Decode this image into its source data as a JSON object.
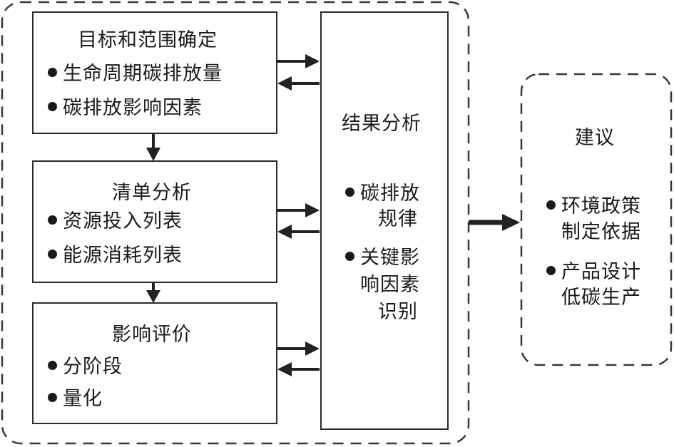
{
  "diagram": {
    "stages": [
      {
        "title": "目标和范围确定",
        "items": [
          "生命周期碳排放量",
          "碳排放影响因素"
        ]
      },
      {
        "title": "清单分析",
        "items": [
          "资源投入列表",
          "能源消耗列表"
        ]
      },
      {
        "title": "影响评价",
        "items": [
          "分阶段",
          "量化"
        ]
      }
    ],
    "results": {
      "title": "结果分析",
      "items": [
        {
          "lines": [
            "碳排放",
            "规律"
          ]
        },
        {
          "lines": [
            "关键影",
            "响因素",
            "识别"
          ]
        }
      ]
    },
    "suggestions": {
      "title": "建议",
      "items": [
        {
          "lines": [
            "环境政策",
            "制定依据"
          ]
        },
        {
          "lines": [
            "产品设计",
            "低碳生产"
          ]
        }
      ]
    },
    "colors": {
      "stroke": "#2b2b2b",
      "dash": "#3a3640",
      "text": "#1a1a1a"
    }
  }
}
